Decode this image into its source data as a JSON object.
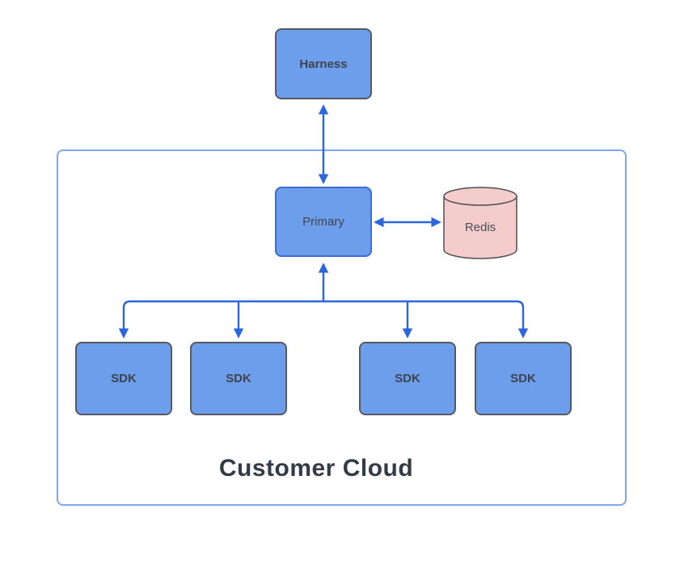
{
  "diagram": {
    "type": "architecture-diagram",
    "container": {
      "label": "Customer Cloud"
    },
    "nodes": {
      "harness": {
        "label": "Harness",
        "shape": "rectangle"
      },
      "primary": {
        "label": "Primary",
        "shape": "rectangle"
      },
      "redis": {
        "label": "Redis",
        "shape": "cylinder"
      },
      "sdks": [
        "SDK",
        "SDK",
        "SDK",
        "SDK"
      ]
    },
    "connections": [
      {
        "from": "Harness",
        "to": "Primary",
        "style": "bidirectional-arrow"
      },
      {
        "from": "Primary",
        "to": "Redis",
        "style": "bidirectional-arrow"
      },
      {
        "from": "Primary",
        "to": "SDK (x4)",
        "style": "tree, arrowheads into each SDK and up into Primary"
      }
    ],
    "colors": {
      "node_fill": "#6d9eeb",
      "node_border_gray": "#56595f",
      "primary_border_blue": "#3d6cd2",
      "redis_fill": "#f4cccc",
      "redis_border": "#4b4e55",
      "arrow_blue": "#2c66de",
      "container_border": "#7fa7f1",
      "node_label_text": "#3f434c",
      "title_text": "#343b48",
      "background": "#ffffff"
    }
  }
}
